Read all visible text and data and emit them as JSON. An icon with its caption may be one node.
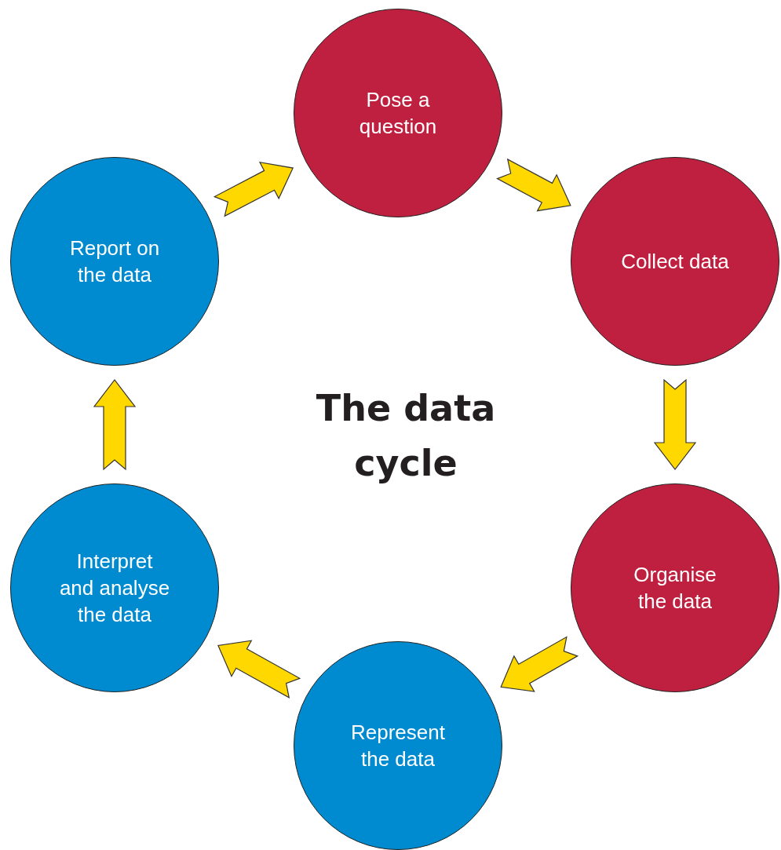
{
  "diagram": {
    "title": "The data cycle",
    "nodes": [
      {
        "text": [
          "Pose a question"
        ]
      },
      {
        "text": [
          "Collect data"
        ]
      },
      {
        "text": [
          "Organise the data"
        ]
      },
      {
        "text": [
          "Represent the data"
        ]
      },
      {
        "text": [
          "Interpret and analyse the data"
        ]
      },
      {
        "text": [
          "Report on the data"
        ]
      }
    ],
    "edges": [
      {
        "from": 0,
        "to": 1,
        "arrow": "to"
      },
      {
        "from": 1,
        "to": 2,
        "arrow": "to"
      },
      {
        "from": 2,
        "to": 3,
        "arrow": "to"
      },
      {
        "from": 3,
        "to": 4,
        "arrow": "to"
      },
      {
        "from": 4,
        "to": 5,
        "arrow": "to"
      },
      {
        "from": 5,
        "to": 0,
        "arrow": "to"
      }
    ]
  }
}
